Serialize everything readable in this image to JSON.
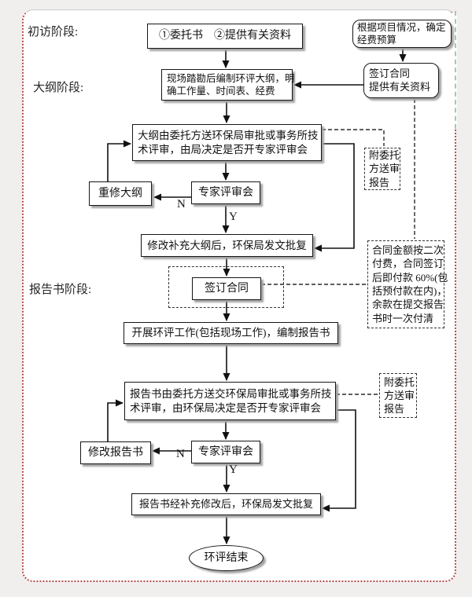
{
  "stages": {
    "visit": "初访阶段:",
    "outline": "大纲阶段:",
    "report": "报告书阶段:"
  },
  "nodes": {
    "entrust": "①委托书　②提供有关资料",
    "survey": "现场踏勘后编制环评大纲，明\n确工作量、时间表、经费",
    "outline_review": "大纲由委托方送环保局审批或事务所技\n术评审，由局决定是否开专家评审会",
    "expert_review_1": "专家评审会",
    "revise_outline": "重修大纲",
    "outline_approval": "修改补充大纲后，环保局发文批复",
    "sign_contract": "签订合同",
    "eia_work": "开展环评工作(包括现场工作)，编制报告书",
    "report_review": "报告书由委托方送交环保局审批或事务所技\n术评审，由环保局决定是否开专家评审会",
    "revise_report": "修改报告书",
    "expert_review_2": "专家评审会",
    "report_approval": "报告书经补充修改后，环保局发文批复",
    "end": "环评结束",
    "budget": "根据项目情况，确定\n经费预算",
    "contract_materials": "签订合同\n提供有关资料",
    "attach_note_1": "附委托\n方送审\n报告",
    "payment_note": "合同金额按二次\n付费，合同签订\n后即付款 60%(包\n括预付款在内)，\n余款在提交报告\n书时一次付清",
    "attach_note_2": "附委托\n方送审\n报告"
  },
  "edge_labels": {
    "n1": "N",
    "y1": "Y",
    "n2": "N",
    "y2": "Y"
  }
}
